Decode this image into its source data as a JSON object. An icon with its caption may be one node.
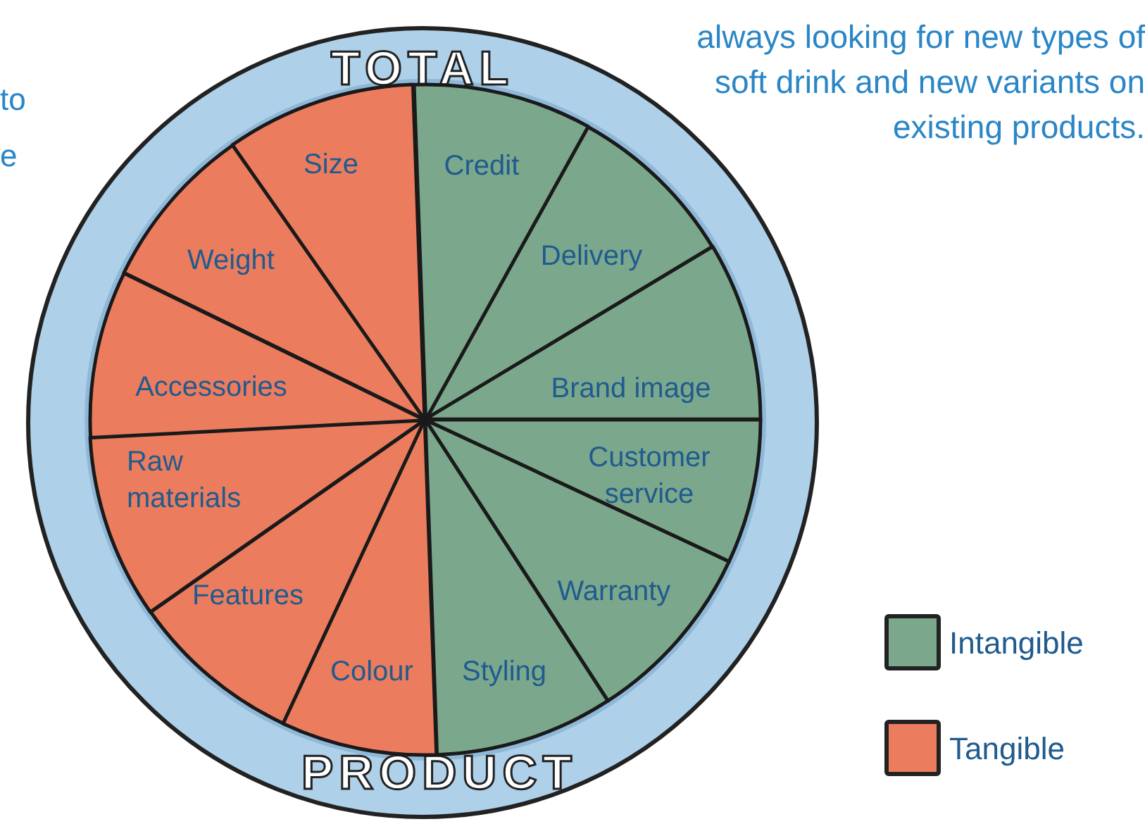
{
  "diagram": {
    "nodes": [
      {
        "text": [
          "TOTAL",
          "PRODUCT"
        ]
      },
      {
        "text": [
          "Credit"
        ],
        "in": 0
      },
      {
        "text": [
          "Delivery"
        ],
        "in": 0
      },
      {
        "text": [
          "Brand image"
        ],
        "in": 0
      },
      {
        "text": [
          "Customer service"
        ],
        "in": 0
      },
      {
        "text": [
          "Warranty"
        ],
        "in": 0
      },
      {
        "text": [
          "Styling"
        ],
        "in": 0
      },
      {
        "text": [
          "Colour"
        ],
        "in": 0
      },
      {
        "text": [
          "Features"
        ],
        "in": 0
      },
      {
        "text": [
          "Raw materials"
        ],
        "in": 0
      },
      {
        "text": [
          "Accessories"
        ],
        "in": 0
      },
      {
        "text": [
          "Weight"
        ],
        "in": 0
      },
      {
        "text": [
          "Size"
        ],
        "in": 0
      }
    ],
    "edges": [],
    "labels": [
      "to",
      "e",
      "always looking for new types of soft drink and new variants on existing products."
    ],
    "legend": [
      {
        "text": "Intangible",
        "color": "#7ba78c"
      },
      {
        "text": "Tangible",
        "color": "#ec7c5e"
      }
    ]
  }
}
